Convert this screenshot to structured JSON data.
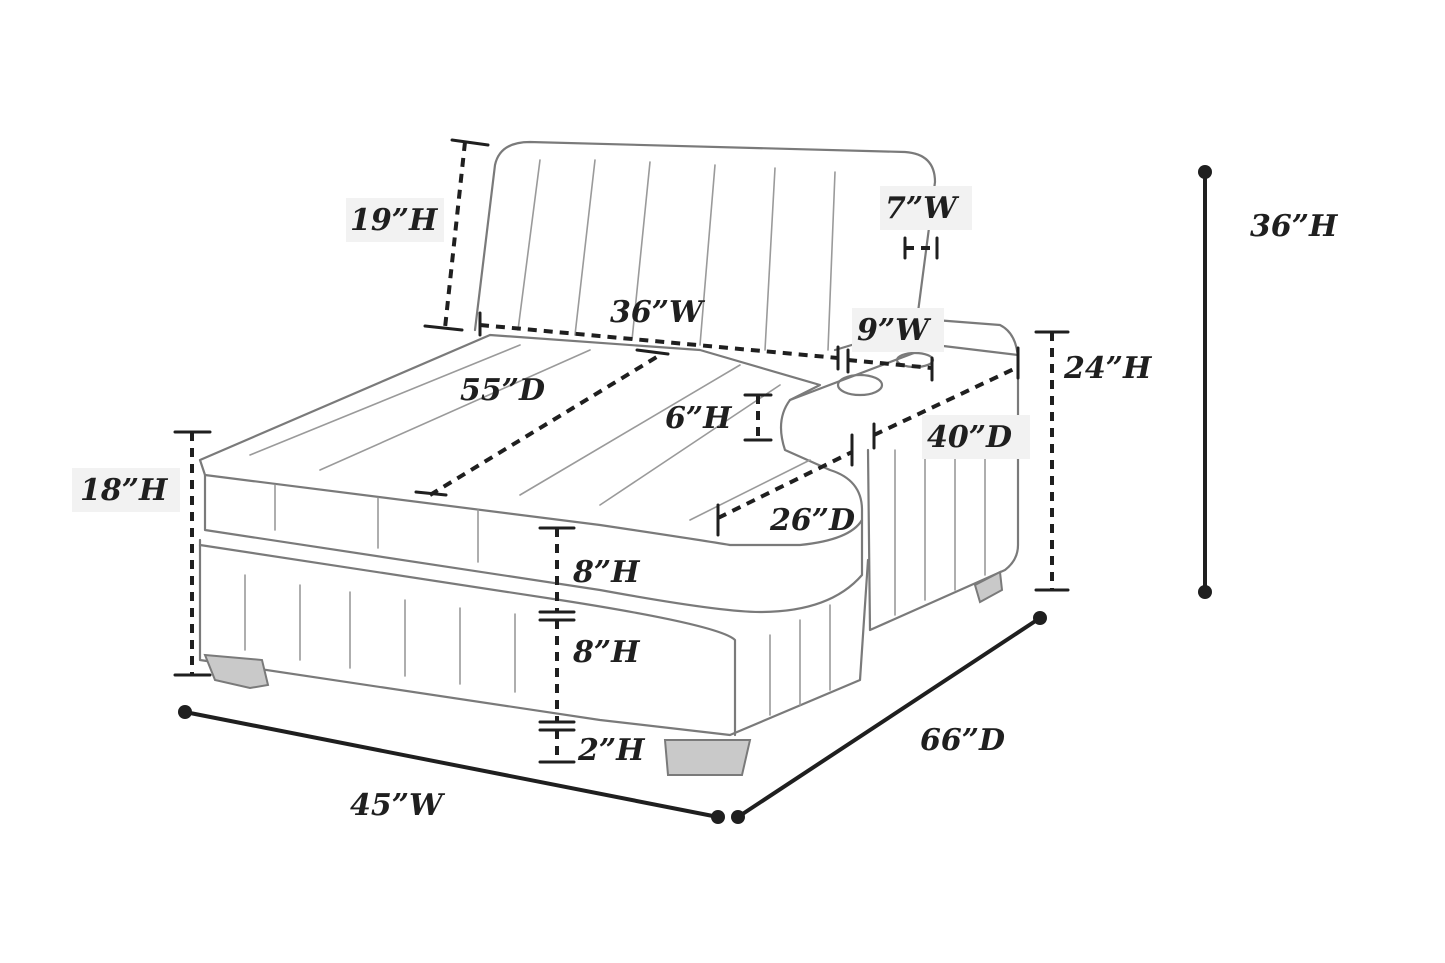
{
  "dimensions": {
    "back_height": "19”H",
    "armrest_gap_width": "7”W",
    "overall_height": "36”H",
    "seat_width": "36”W",
    "arm_width": "9”W",
    "arm_height": "24”H",
    "seat_depth": "55”D",
    "arm_pad_height": "6”H",
    "arm_depth": "40”D",
    "seat_height": "18”H",
    "arm_front_depth": "26”D",
    "cushion_height": "8”H",
    "base_height": "8”H",
    "leg_height": "2”H",
    "overall_depth": "66”D",
    "overall_width": "45”W"
  },
  "colors": {
    "outline": "#7a7a7a",
    "dimension": "#1f1f1f",
    "label_background": "#f2f2f2"
  }
}
